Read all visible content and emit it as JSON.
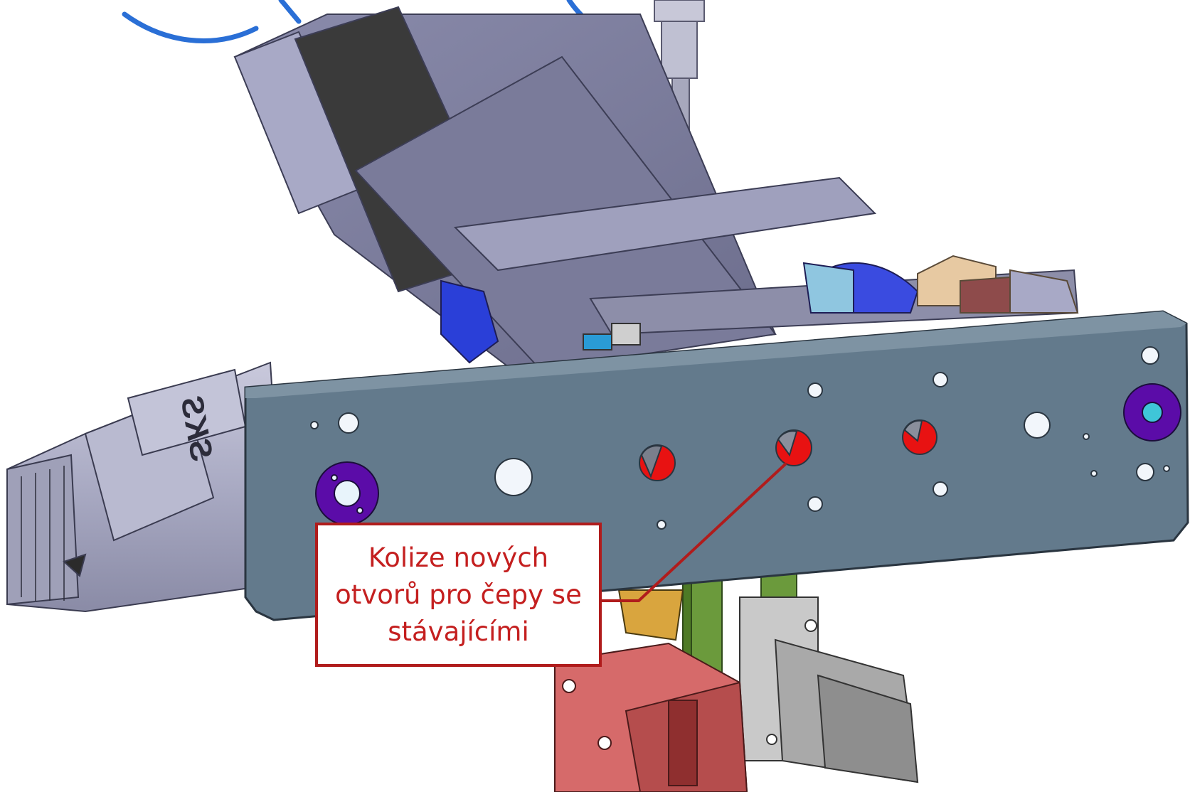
{
  "brand_label": "SKS",
  "callout": {
    "lines": [
      "Kolize nových",
      "otvorů pro čepy se",
      "stávajícími"
    ]
  },
  "colors": {
    "plate": "#637a8c",
    "housing": "#7b7c9c",
    "housing_light": "#a8a9c6",
    "collision_hole": "#e81212",
    "bushing": "#5b0ca8",
    "cable": "#2a6fd6",
    "callout_border": "#b01c1c",
    "callout_text": "#c41f1f",
    "green_support": "#6b9a3c",
    "red_block": "#d66a6a",
    "grey_cylinder": "#b8b8b8",
    "tan_bracket": "#e7c9a2",
    "gold_part": "#d9a53e"
  },
  "icons": [
    "cad-assembly-drawing",
    "collision-hole-marker",
    "callout-leader-line"
  ]
}
